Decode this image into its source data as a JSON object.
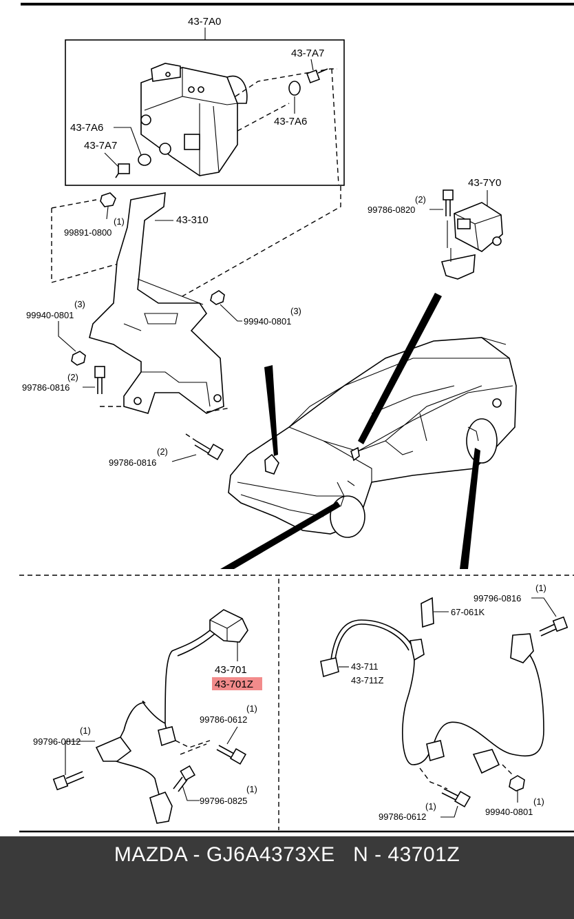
{
  "caption": {
    "text": "MAZDA - GJ6A4373XE   N - 43701Z"
  },
  "colors": {
    "highlight": "#f28b8b",
    "caption_bg": "#3a3a3a",
    "caption_text": "#ffffff"
  },
  "labels": {
    "hu_assembly": "43-7A0",
    "bolt_top_right": "43-7A7",
    "bushing_top_right": "43-7A6",
    "bushing_left": "43-7A6",
    "bolt_left": "43-7A7",
    "bracket": "43-310",
    "nut_bracket_top": "99891-0800",
    "nut_bracket_top_qty": "(1)",
    "nut_left": "99940-0801",
    "nut_left_qty": "(3)",
    "nut_right": "99940-0801",
    "nut_right_qty": "(3)",
    "bolt_bracket_left": "99786-0816",
    "bolt_bracket_left_qty": "(2)",
    "bolt_bracket_bottom": "99786-0816",
    "bolt_bracket_bottom_qty": "(2)",
    "yaw_sensor": "43-7Y0",
    "yaw_sensor_bolt": "99786-0820",
    "yaw_sensor_bolt_qty": "(2)",
    "front_sensor": "43-701",
    "front_sensor_highlight": "43-701Z",
    "front_bolt_right": "99786-0612",
    "front_bolt_right_qty": "(1)",
    "front_bolt_left": "99796-0812",
    "front_bolt_left_qty": "(1)",
    "front_bolt_bottom": "99796-0825",
    "front_bolt_bottom_qty": "(1)",
    "rear_bolt_top": "99796-0816",
    "rear_bolt_top_qty": "(1)",
    "rear_label_plate": "67-061K",
    "rear_sensor": "43-711",
    "rear_sensor_z": "43-711Z",
    "rear_bolt_bottom": "99786-0612",
    "rear_bolt_bottom_qty": "(1)",
    "rear_nut": "99940-0801",
    "rear_nut_qty": "(1)"
  }
}
